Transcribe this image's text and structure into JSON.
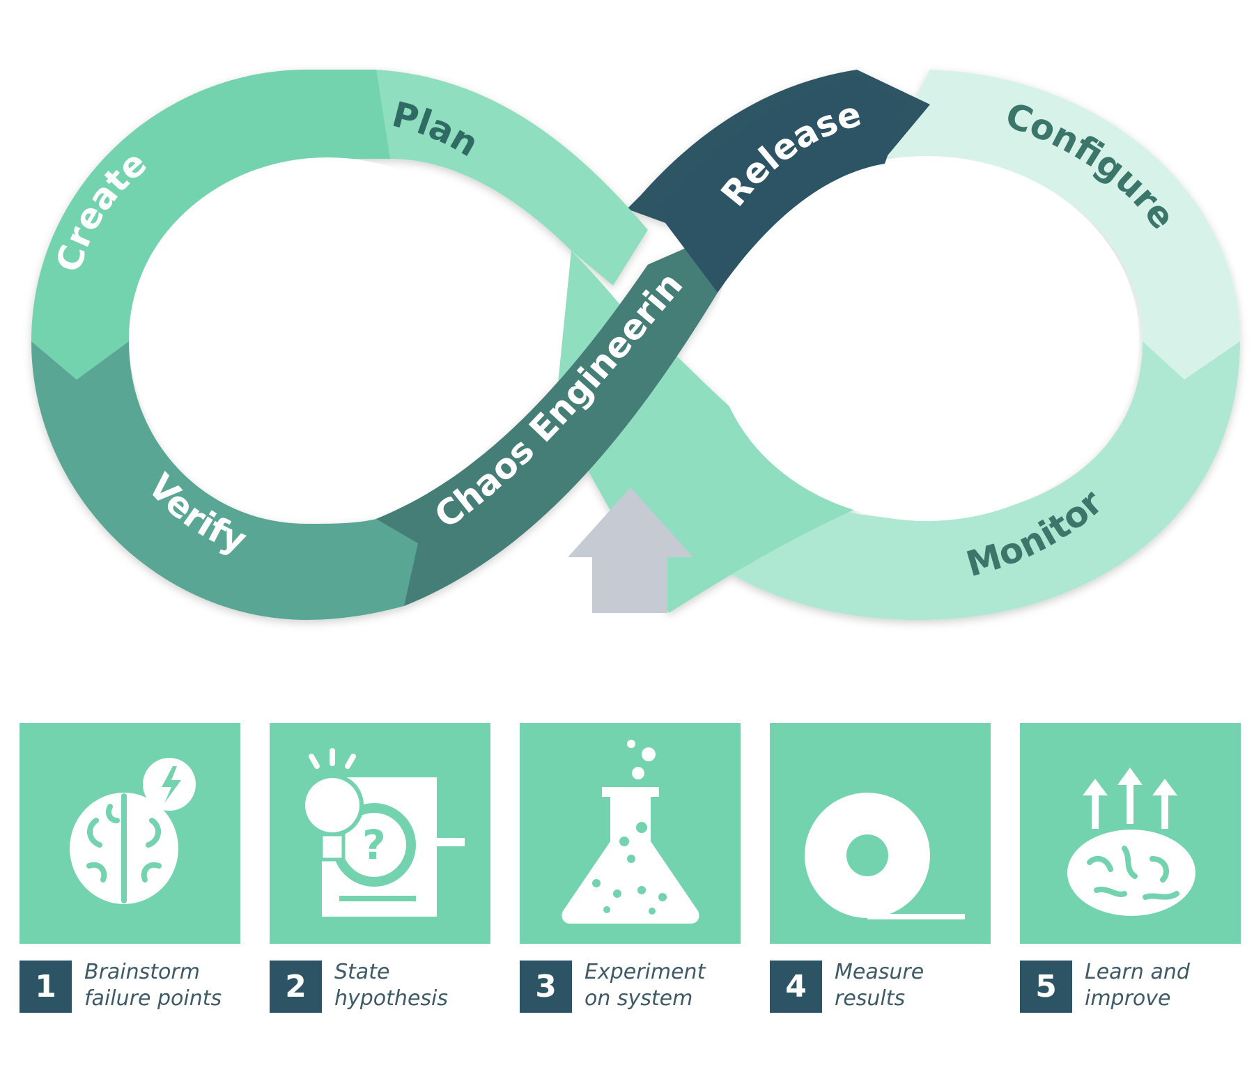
{
  "loop": {
    "segments": [
      {
        "label": "Create",
        "color": "#72d3ae",
        "text_color": "#ffffff"
      },
      {
        "label": "Plan",
        "color": "#8fdec0",
        "text_color": "#2f6b62"
      },
      {
        "label": "Release",
        "color": "#2d5464",
        "text_color": "#ffffff"
      },
      {
        "label": "Configure",
        "color": "#d7f3e9",
        "text_color": "#3c766b"
      },
      {
        "label": "Monitor",
        "color": "#aee8d3",
        "text_color": "#3c766b"
      },
      {
        "label": "Chaos Engineering",
        "color": "#457d77",
        "text_color": "#ffffff"
      },
      {
        "label": "Verify",
        "color": "#5aa695",
        "text_color": "#ffffff"
      }
    ],
    "pointer_arrow_color": "#c5cad3",
    "pointer_arrow_icon": "up-arrow-icon"
  },
  "steps": [
    {
      "number": "1",
      "line1": "Brainstorm",
      "line2": "failure points",
      "icon": "brain-lightning-icon"
    },
    {
      "number": "2",
      "line1": "State",
      "line2": "hypothesis",
      "icon": "lightbulb-question-icon"
    },
    {
      "number": "3",
      "line1": "Experiment",
      "line2": "on system",
      "icon": "flask-icon"
    },
    {
      "number": "4",
      "line1": "Measure",
      "line2": "results",
      "icon": "tape-measure-icon"
    },
    {
      "number": "5",
      "line1": "Learn and",
      "line2": "improve",
      "icon": "brain-arrows-icon"
    }
  ],
  "colors": {
    "tile": "#72d3ae",
    "number_box": "#2d5464",
    "caption_text": "#3d5a66"
  }
}
